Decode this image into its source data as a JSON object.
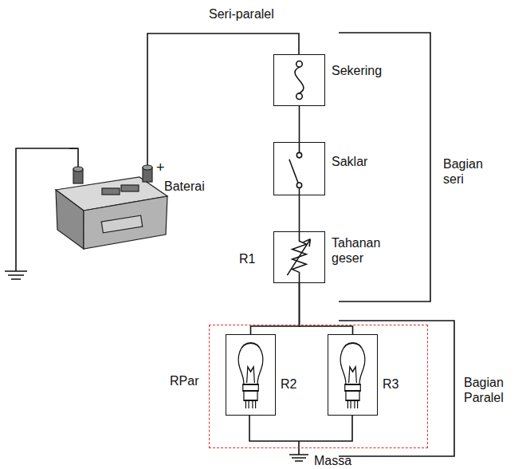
{
  "diagram": {
    "title": "Seri-paralel",
    "nodes": [
      {
        "text": [
          "Sekering"
        ]
      },
      {
        "text": [
          "Saklar"
        ]
      },
      {
        "text": [
          "R1",
          "Tahanan geser"
        ]
      },
      {
        "text": [
          "RPar"
        ]
      },
      {
        "text": [
          "R2"
        ],
        "in": 3
      },
      {
        "text": [
          "R3"
        ],
        "in": 3
      }
    ],
    "edges": [
      {
        "from": 0,
        "to": 1,
        "arrow": "none"
      },
      {
        "from": 1,
        "to": 2,
        "arrow": "none"
      },
      {
        "from": 2,
        "to": 4,
        "arrow": "none"
      },
      {
        "from": 2,
        "to": 5,
        "arrow": "none"
      }
    ],
    "labels": [
      "−",
      "+",
      "Baterai",
      "Bagian seri",
      "Bagian Paralel",
      "Massa"
    ]
  }
}
